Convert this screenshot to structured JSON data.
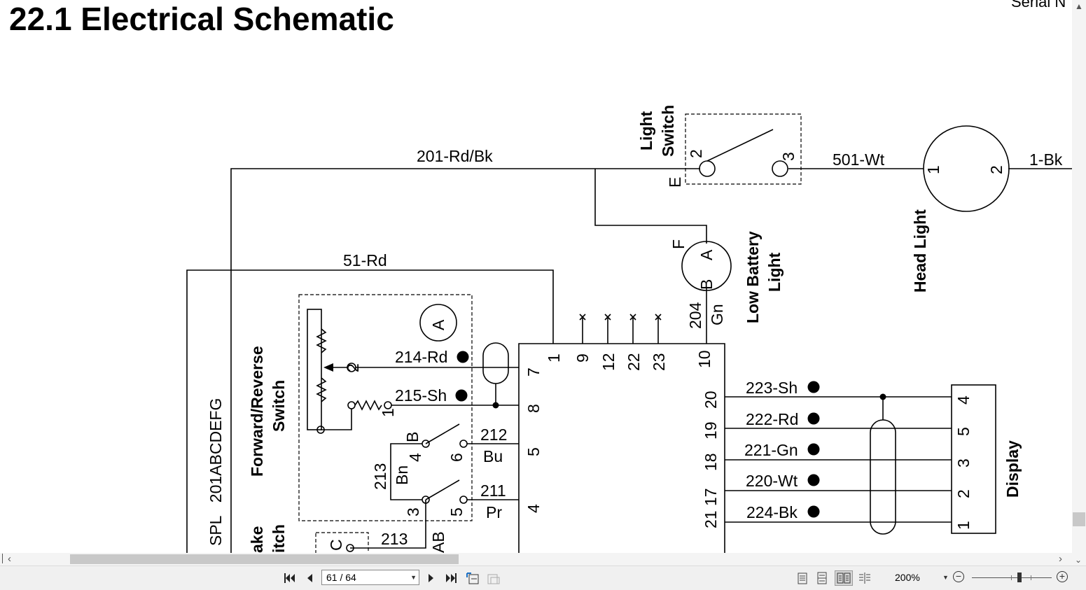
{
  "document": {
    "title": "22.1 Electrical Schematic",
    "corner_text": "Serial N"
  },
  "schematic": {
    "wire_labels": {
      "w201": "201-Rd/Bk",
      "w501": "501-Wt",
      "w1bk": "1-Bk",
      "w51": "51-Rd",
      "w214": "214-Rd",
      "w215": "215-Sh",
      "w212n": "212",
      "w212c": "Bu",
      "w211n": "211",
      "w211c": "Pr",
      "w213": "213",
      "w213b": "213",
      "wBn": "Bn",
      "w204": "204",
      "wGn": "Gn",
      "w223": "223-Sh",
      "w222": "222-Rd",
      "w221": "221-Gn",
      "w220": "220-Wt",
      "w224": "224-Bk"
    },
    "components": {
      "light_switch_1": "Light",
      "light_switch_2": "Switch",
      "head_light": "Head Light",
      "low_battery_1": "Low Battery",
      "low_battery_2": "Light",
      "fwd_rev_1": "Forward/Reverse",
      "fwd_rev_2": "Switch",
      "display": "Display",
      "spl": "SPL   201ABCDEFG",
      "brake_1": "ake",
      "brake_2": "itch"
    },
    "pins": {
      "ls2": "2",
      "ls3": "3",
      "lsE": "E",
      "hl1": "1",
      "hl2": "2",
      "lbF": "F",
      "lbA": "A",
      "lbB": "B",
      "fr2": "2",
      "fr1": "1",
      "frA": "A",
      "frB": "B",
      "fr4": "4",
      "fr6": "6",
      "fr3": "3",
      "fr5": "5",
      "c1": "1",
      "c9": "9",
      "c12": "12",
      "c22": "22",
      "c23": "23",
      "c10": "10",
      "c7": "7",
      "c8": "8",
      "c5": "5",
      "c4": "4",
      "c20": "20",
      "c19": "19",
      "c18": "18",
      "c17": "21 17",
      "d4": "4",
      "d5": "5",
      "d3": "3",
      "d2": "2",
      "d1": "1",
      "bkC": "C",
      "AB": "AB"
    }
  },
  "toolbar": {
    "page_indicator": "61 / 64",
    "zoom": "200%",
    "zoom_level_percent": 60
  }
}
